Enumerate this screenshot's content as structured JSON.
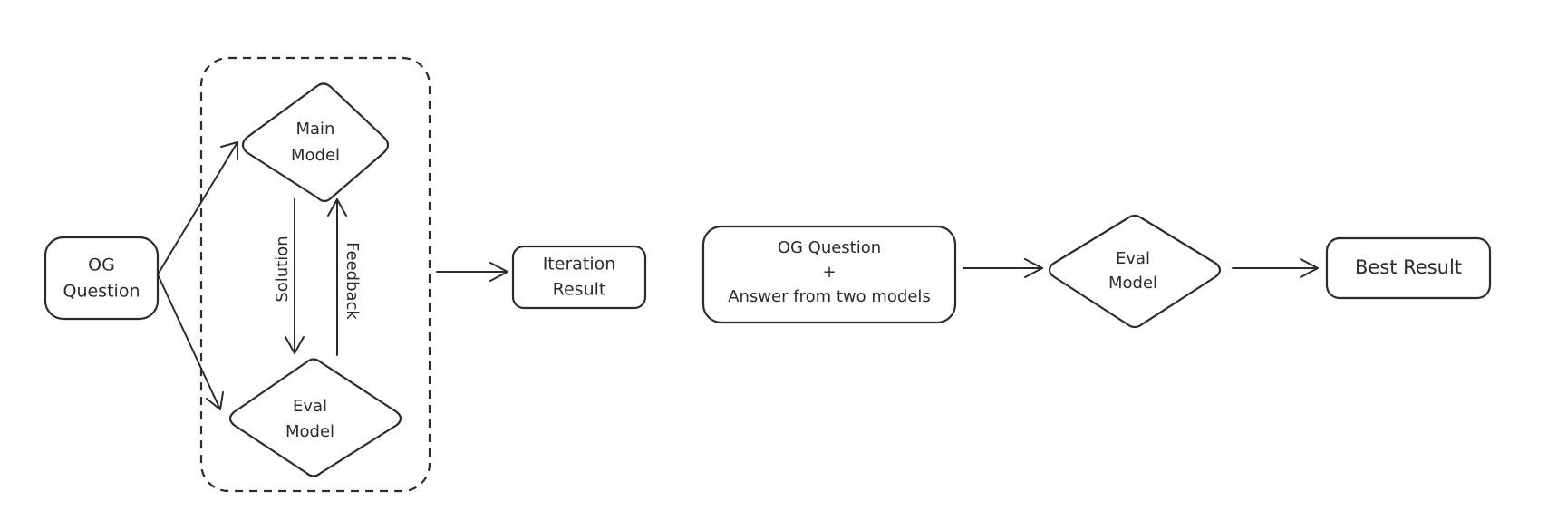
{
  "diagram": {
    "og_question": {
      "line1": "OG",
      "line2": "Question"
    },
    "main_model": {
      "line1": "Main",
      "line2": "Model"
    },
    "eval_model_inner": {
      "line1": "Eval",
      "line2": "Model"
    },
    "edge_solution": "Solution",
    "edge_feedback": "Feedback",
    "iteration_result": {
      "line1": "Iteration",
      "line2": "Result"
    },
    "combined_input": {
      "line1": "OG Question",
      "line2": "+",
      "line3": "Answer from two models"
    },
    "eval_model_outer": {
      "line1": "Eval",
      "line2": "Model"
    },
    "best_result": "Best Result"
  }
}
